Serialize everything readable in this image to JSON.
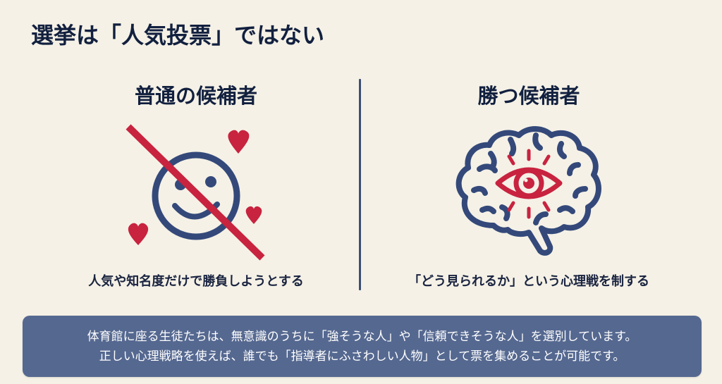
{
  "page": {
    "title": "選挙は「人気投票」ではない",
    "background_color": "#f5f1e6"
  },
  "columns": [
    {
      "header": "普通の候補者",
      "caption": "人気や知名度だけで勝負しようとする",
      "illustration": {
        "icon": "crossed-out-smiley-with-hearts-icon",
        "colors": {
          "face": "#34497a",
          "hearts": "#c8233f",
          "slash": "#c8233f"
        }
      }
    },
    {
      "header": "勝つ候補者",
      "caption": "「どう見られるか」という心理戦を制する",
      "illustration": {
        "icon": "brain-with-eye-icon",
        "colors": {
          "brain": "#34497a",
          "eye": "#c8233f"
        }
      }
    }
  ],
  "summary": {
    "lines": [
      "体育館に座る生徒たちは、無意識のうちに「強そうな人」や「信頼できそうな人」を選別しています。",
      "正しい心理戦略を使えば、誰でも「指導者にふさわしい人物」として票を集めることが可能です。"
    ],
    "background_color": "#556890"
  },
  "colors": {
    "navy": "#12203f",
    "accent_red": "#c8233f",
    "icon_blue": "#34497a"
  }
}
